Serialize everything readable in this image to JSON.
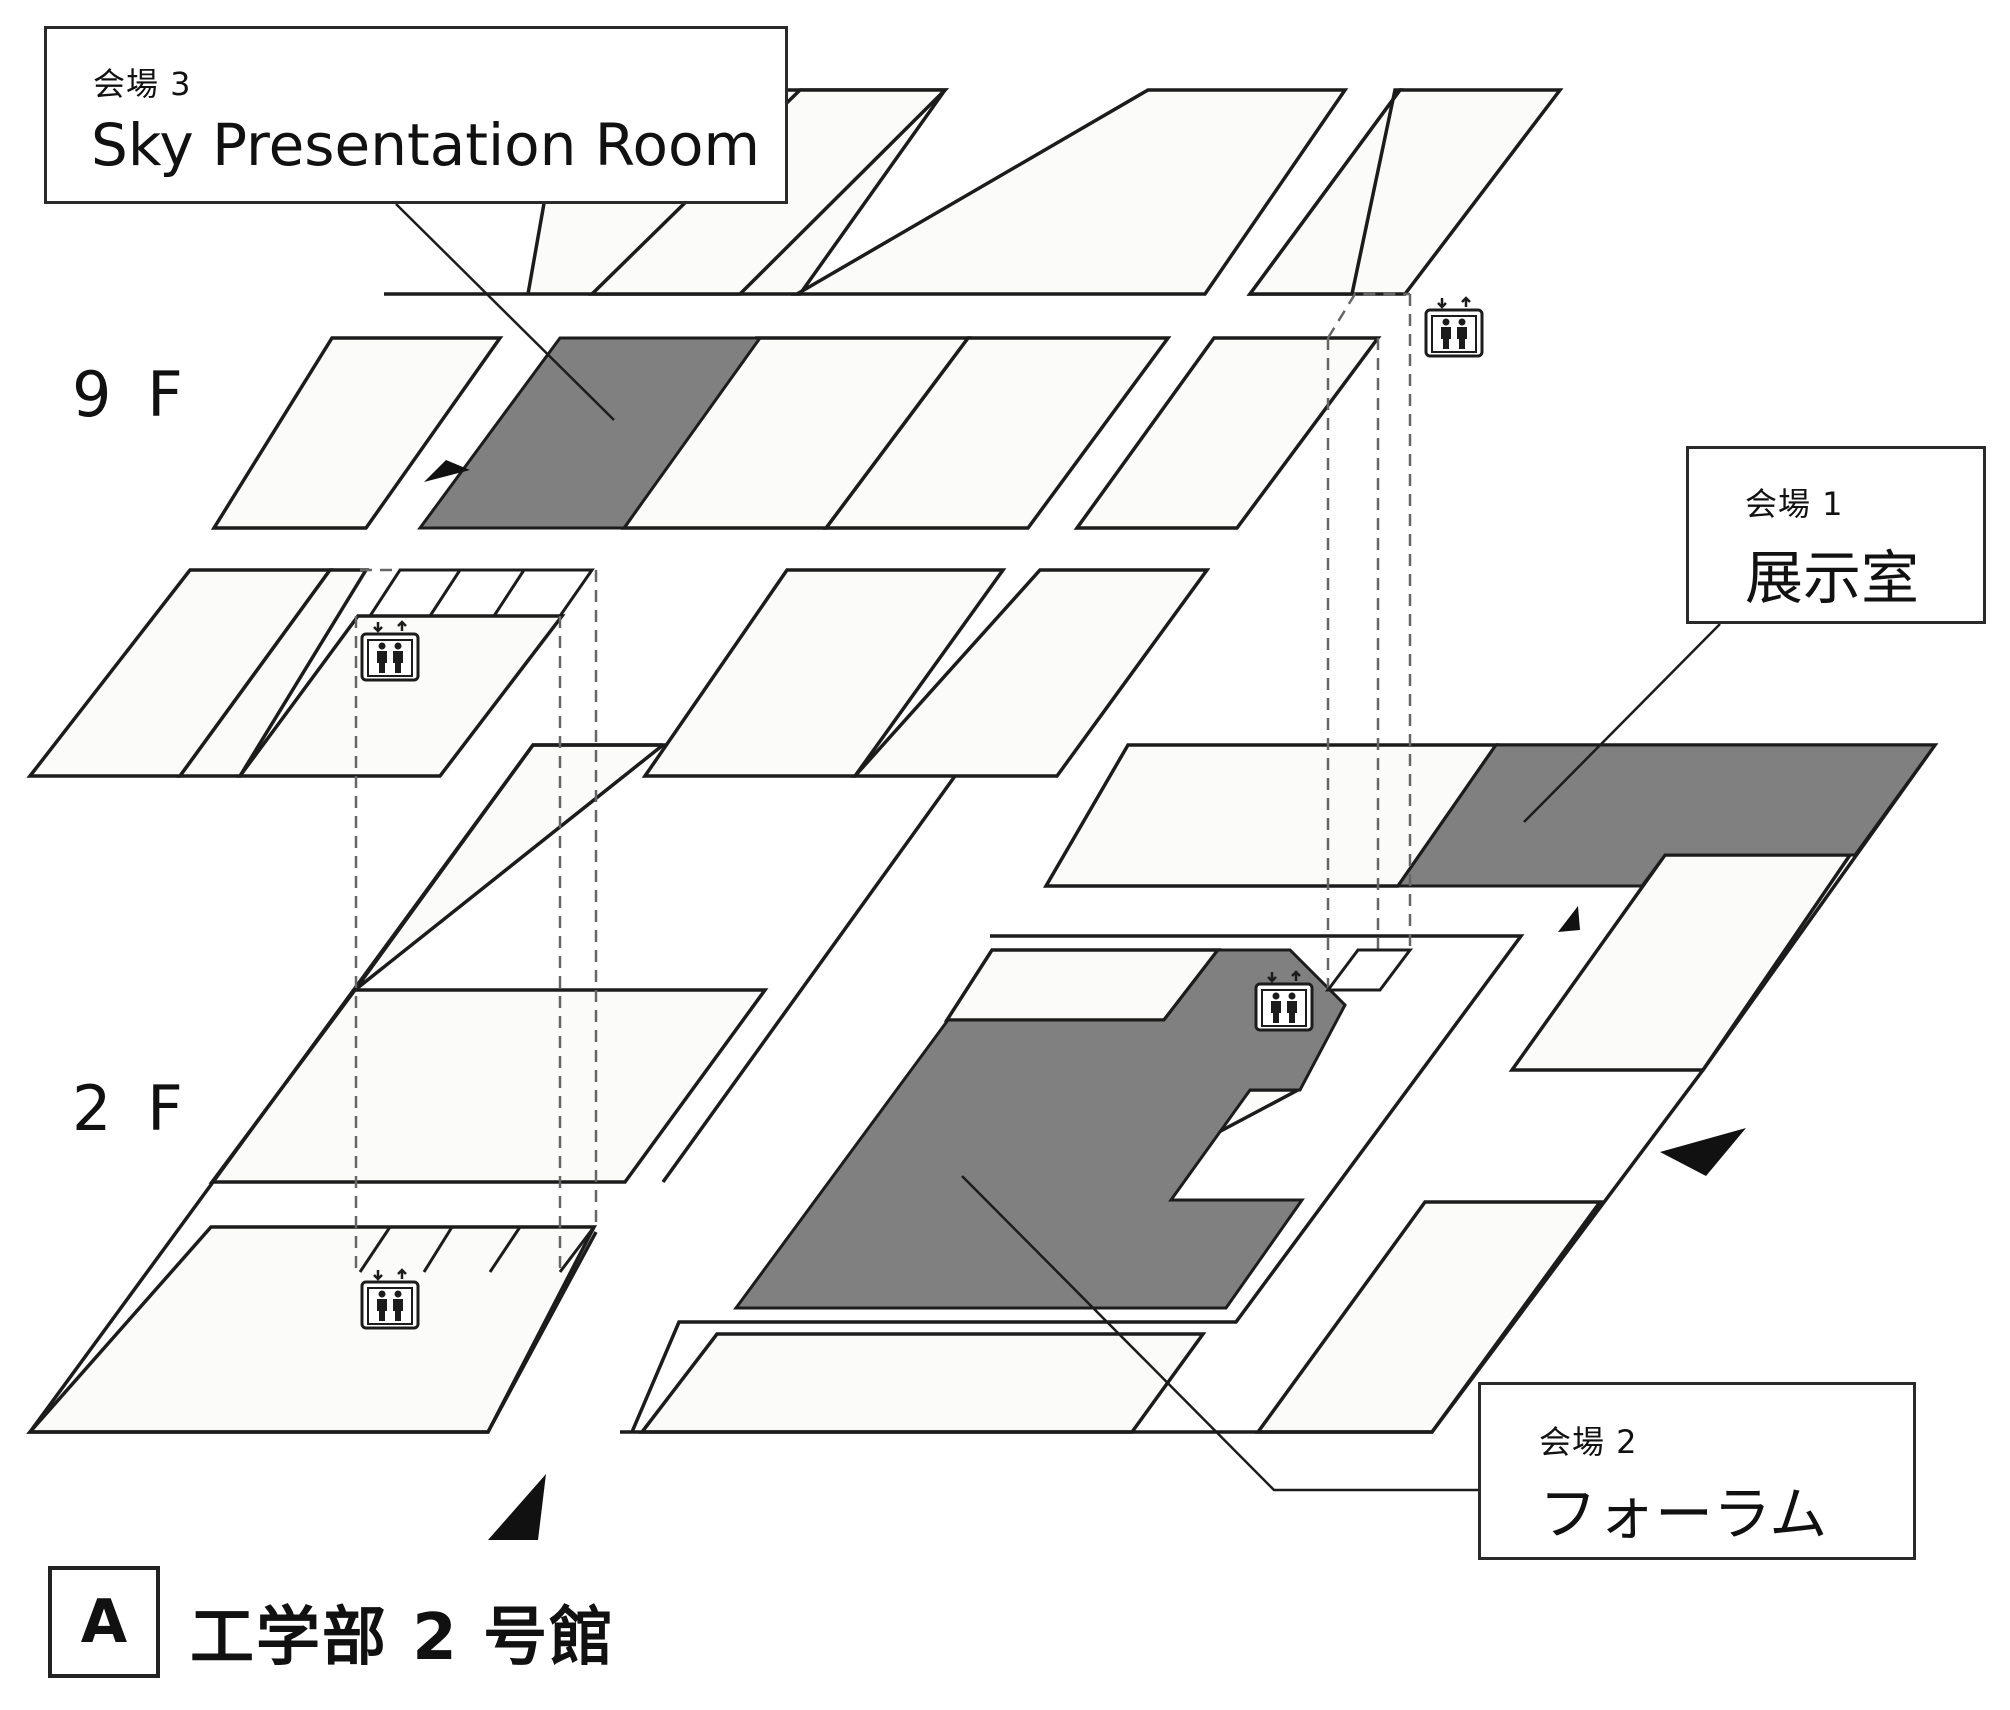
{
  "floors": {
    "upper": "9 F",
    "lower": "2 F"
  },
  "venues": [
    {
      "id": "venue-3",
      "number": "会場 3",
      "name": "Sky Presentation Room"
    },
    {
      "id": "venue-1",
      "number": "会場 1",
      "name": "展示室"
    },
    {
      "id": "venue-2",
      "number": "会場 2",
      "name": "フォーラム"
    }
  ],
  "building": {
    "id": "A",
    "name": "工学部 2 号館"
  },
  "icons": {
    "elevator": "elevator-icon",
    "entrance": "entrance-arrow-icon"
  },
  "colors": {
    "venue_fill": "#808080",
    "room_fill": "#fbfbf9",
    "line": "#1c1c1c"
  }
}
